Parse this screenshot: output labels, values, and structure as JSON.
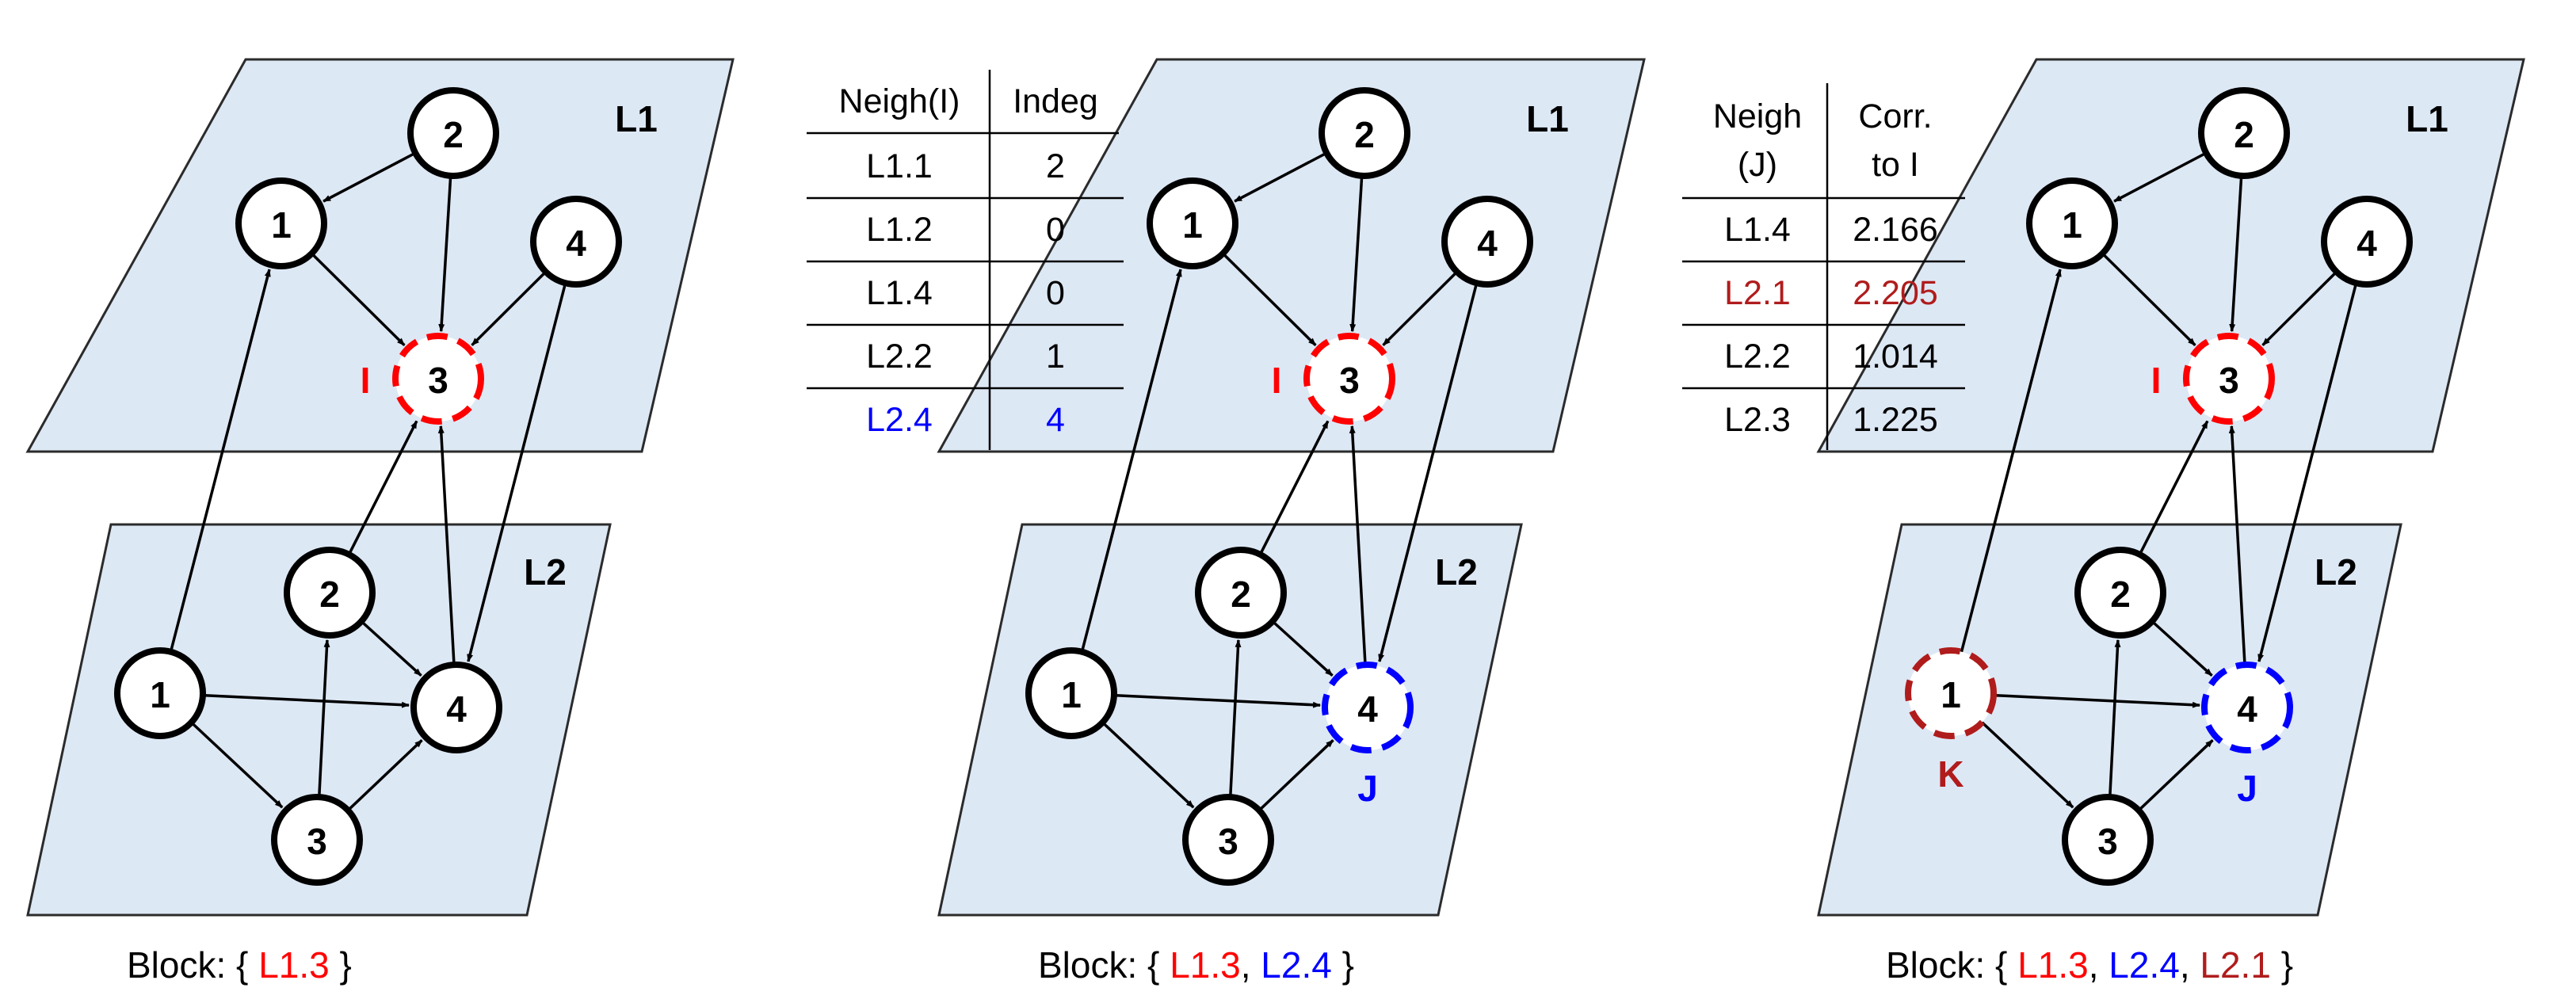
{
  "colors": {
    "plane_fill": "#dde8f5",
    "plane_stroke": "#2b2b2b",
    "red": "#ff0000",
    "blue": "#0000ff",
    "dark_red": "#b01c1c",
    "black": "#000000"
  },
  "panels": [
    {
      "id": "p1",
      "layer_labels": {
        "L1": "L1",
        "L2": "L2"
      },
      "l1_nodes": [
        {
          "label": "1"
        },
        {
          "label": "2"
        },
        {
          "label": "3",
          "tag": "I"
        },
        {
          "label": "4"
        }
      ],
      "l2_nodes": [
        {
          "label": "1"
        },
        {
          "label": "2"
        },
        {
          "label": "3"
        },
        {
          "label": "4"
        }
      ],
      "block": {
        "prefix": "Block: {",
        "items": [
          {
            "text": "L1.3",
            "color": "red"
          }
        ],
        "suffix": "}"
      }
    },
    {
      "id": "p2",
      "layer_labels": {
        "L1": "L1",
        "L2": "L2"
      },
      "l1_nodes": [
        {
          "label": "1"
        },
        {
          "label": "2"
        },
        {
          "label": "3",
          "tag": "I"
        },
        {
          "label": "4"
        }
      ],
      "l2_nodes": [
        {
          "label": "1"
        },
        {
          "label": "2"
        },
        {
          "label": "3"
        },
        {
          "label": "4",
          "tag": "J"
        }
      ],
      "block": {
        "prefix": "Block: {",
        "items": [
          {
            "text": "L1.3",
            "color": "red"
          },
          {
            "text": "L2.4",
            "color": "blue"
          }
        ],
        "suffix": "}"
      }
    },
    {
      "id": "p3",
      "layer_labels": {
        "L1": "L1",
        "L2": "L2"
      },
      "l1_nodes": [
        {
          "label": "1"
        },
        {
          "label": "2"
        },
        {
          "label": "3",
          "tag": "I"
        },
        {
          "label": "4"
        }
      ],
      "l2_nodes": [
        {
          "label": "1",
          "tag": "K"
        },
        {
          "label": "2"
        },
        {
          "label": "3"
        },
        {
          "label": "4",
          "tag": "J"
        }
      ],
      "block": {
        "prefix": "Block: {",
        "items": [
          {
            "text": "L1.3",
            "color": "red"
          },
          {
            "text": "L2.4",
            "color": "blue"
          },
          {
            "text": "L2.1",
            "color": "dark_red"
          }
        ],
        "suffix": "}"
      }
    }
  ],
  "table_indeg": {
    "headers": [
      "Neigh(I)",
      "Indeg"
    ],
    "rows": [
      {
        "cells": [
          "L1.1",
          "2"
        ],
        "color": "black"
      },
      {
        "cells": [
          "L1.2",
          "0"
        ],
        "color": "black"
      },
      {
        "cells": [
          "L1.4",
          "0"
        ],
        "color": "black"
      },
      {
        "cells": [
          "L2.2",
          "1"
        ],
        "color": "black"
      },
      {
        "cells": [
          "L2.4",
          "4"
        ],
        "color": "blue"
      }
    ]
  },
  "table_corr": {
    "headers": [
      [
        "Neigh",
        "(J)"
      ],
      [
        "Corr.",
        "to I"
      ]
    ],
    "rows": [
      {
        "cells": [
          "L1.4",
          "2.166"
        ],
        "color": "black"
      },
      {
        "cells": [
          "L2.1",
          "2.205"
        ],
        "color": "dark_red"
      },
      {
        "cells": [
          "L2.2",
          "1.014"
        ],
        "color": "black"
      },
      {
        "cells": [
          "L2.3",
          "1.225"
        ],
        "color": "black"
      }
    ]
  }
}
